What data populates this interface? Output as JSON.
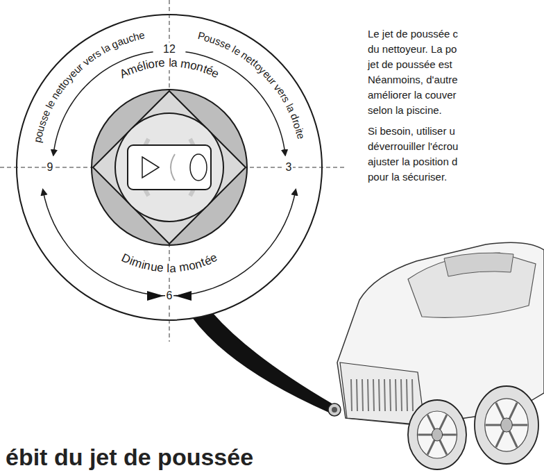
{
  "diagram": {
    "labels": [
      "12",
      "pousse le nettoyeur vers la gauche",
      "Pousse le nettoyeur vers la droite",
      "Améliore la montée",
      "9",
      "3",
      "Diminue la montée",
      "6",
      "Le jet de poussée c",
      "du nettoyeur. La po",
      "jet de poussée est",
      "Néanmoins, d'autre",
      "améliorer la couver",
      "selon la piscine.",
      "Si besoin, utiliser u",
      "déverrouiller l'écrou",
      "ajuster la position d",
      "pour la sécuriser.",
      "ébit du jet de poussée"
    ]
  }
}
